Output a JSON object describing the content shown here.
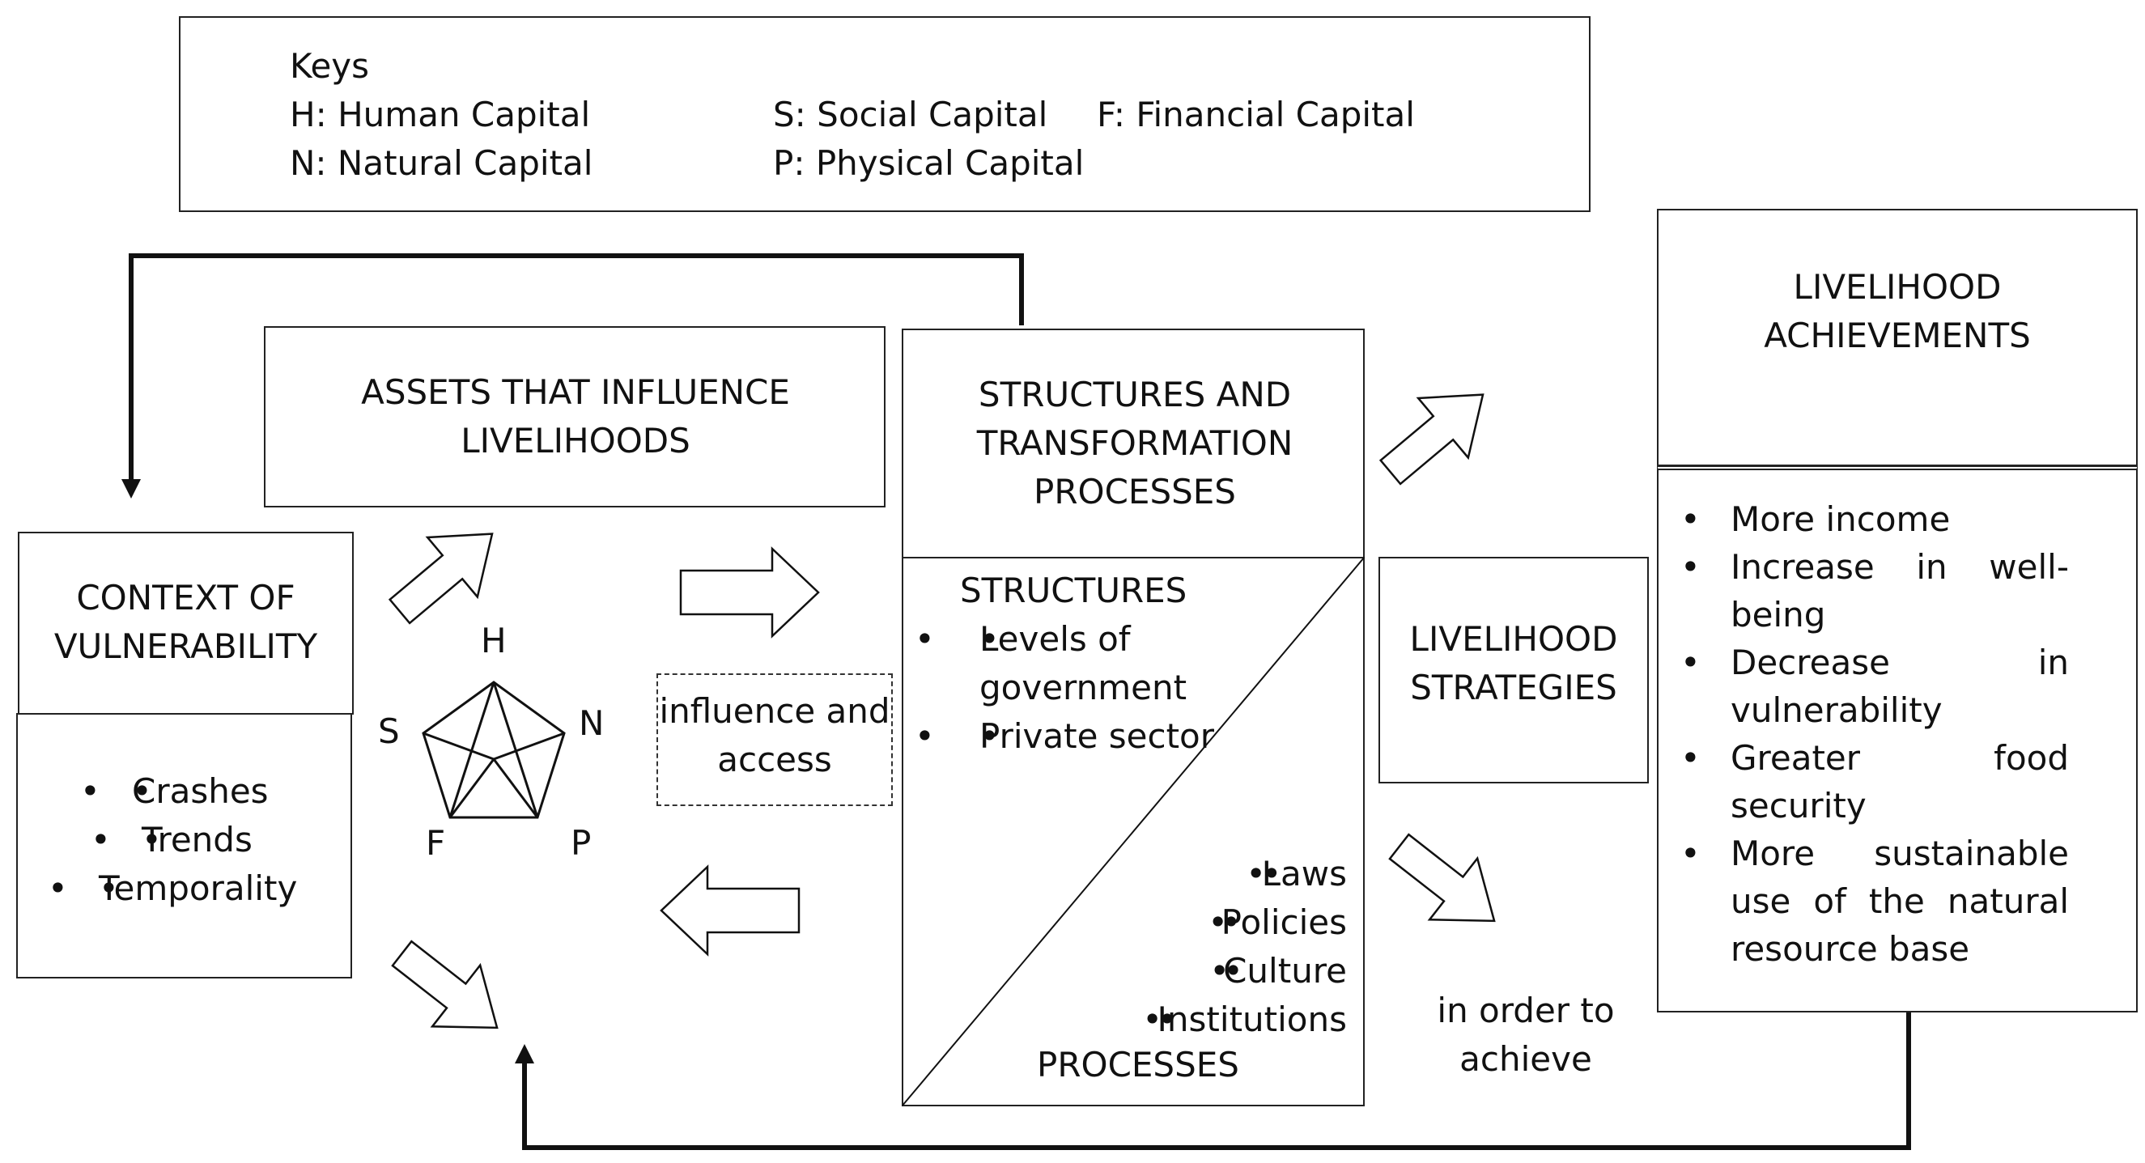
{
  "keys": {
    "heading": "Keys",
    "items": [
      "H: Human Capital",
      "S: Social Capital",
      "F: Financial Capital",
      "N: Natural Capital",
      "P: Physical Capital"
    ]
  },
  "vulnerability": {
    "title": "CONTEXT OF VULNERABILITY",
    "items": [
      "Crashes",
      "Trends",
      "Temporality"
    ]
  },
  "assets": {
    "title": "ASSETS THAT INFLUENCE LIVELIHOODS",
    "pentagon_labels": {
      "h": "H",
      "n": "N",
      "p": "P",
      "f": "F",
      "s": "S"
    }
  },
  "influence_label": "influence and access",
  "structures": {
    "title": "STRUCTURES AND TRANSFORMATION PROCESSES",
    "structures_heading": "STRUCTURES",
    "structures_items": [
      "Levels of government",
      "Private sector"
    ],
    "processes_items": [
      "Laws",
      "Policies",
      "Culture",
      "Institutions"
    ],
    "processes_heading": "PROCESSES"
  },
  "strategies": {
    "title": "LIVELIHOOD STRATEGIES",
    "note": "in order to achieve"
  },
  "achievements": {
    "title": "LIVELIHOOD ACHIEVEMENTS",
    "items": [
      "More income",
      "Increase in well-being",
      "Decrease in vulnerability",
      "Greater food security",
      "More sustainable use of the natural resource base"
    ]
  }
}
